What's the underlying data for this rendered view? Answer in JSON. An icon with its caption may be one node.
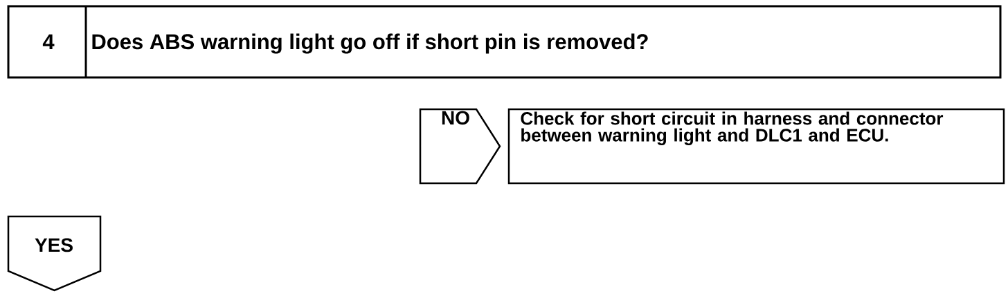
{
  "diagram": {
    "nodes": [
      {
        "text": [
          "4",
          "Does ABS warning light go off if short pin is removed?"
        ]
      },
      {
        "text": [
          "NO"
        ]
      },
      {
        "text": [
          "Check for short circuit in harness and connector between warning light and DLC1 and ECU."
        ]
      },
      {
        "text": [
          "YES"
        ]
      }
    ]
  }
}
